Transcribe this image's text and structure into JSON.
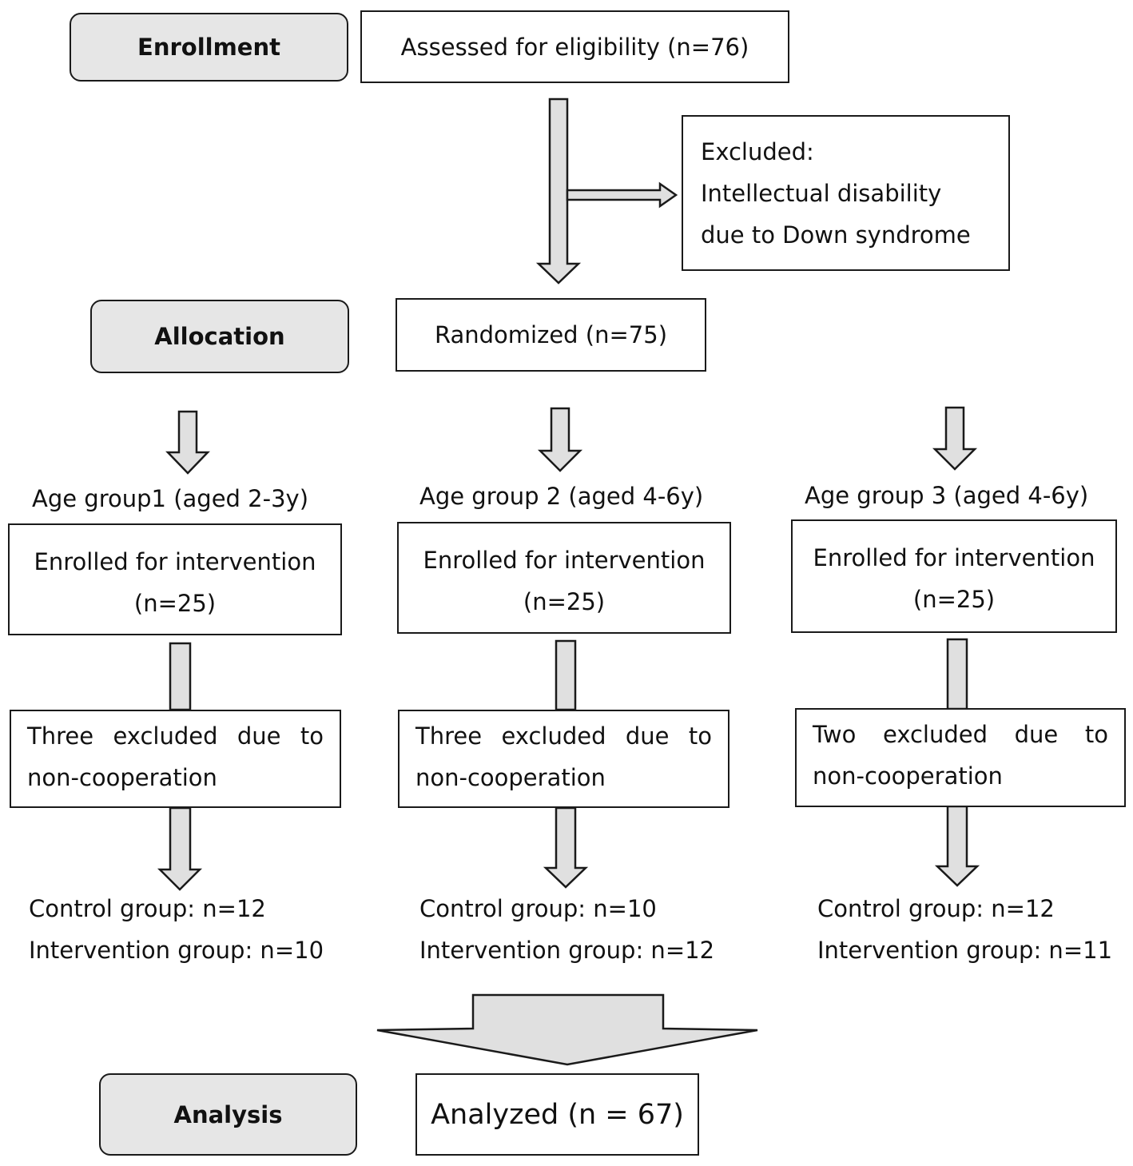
{
  "stages": {
    "enrollment": "Enrollment",
    "allocation": "Allocation",
    "analysis": "Analysis"
  },
  "assessed": "Assessed for eligibility (n=76)",
  "excluded": {
    "title": "Excluded:",
    "line1": "Intellectual disability",
    "line2": "due to Down syndrome"
  },
  "randomized": "Randomized (n=75)",
  "groups": [
    {
      "label": "Age group1 (aged 2-3y)",
      "enrolled_line1": "Enrolled for intervention",
      "enrolled_line2": "(n=25)",
      "excluded_words": [
        "Three",
        "excluded",
        "due",
        "to"
      ],
      "excluded_line2": "non-cooperation",
      "control": "Control group: n=12",
      "intervention": "Intervention group: n=10"
    },
    {
      "label": "Age group 2 (aged 4-6y)",
      "enrolled_line1": "Enrolled for intervention",
      "enrolled_line2": "(n=25)",
      "excluded_words": [
        "Three",
        "excluded",
        "due",
        "to"
      ],
      "excluded_line2": "non-cooperation",
      "control": "Control group: n=10",
      "intervention": "Intervention group: n=12"
    },
    {
      "label": "Age group 3 (aged 4-6y)",
      "enrolled_line1": "Enrolled for intervention",
      "enrolled_line2": "(n=25)",
      "excluded_words": [
        "Two",
        "excluded",
        "due",
        "to"
      ],
      "excluded_line2": "non-cooperation",
      "control": "Control group: n=12",
      "intervention": "Intervention group: n=11"
    }
  ],
  "analyzed": "Analyzed (n = 67)",
  "colors": {
    "arrow_fill": "#e0e0e0",
    "stage_fill": "#e6e6e6",
    "stroke": "#1a1a1a"
  }
}
